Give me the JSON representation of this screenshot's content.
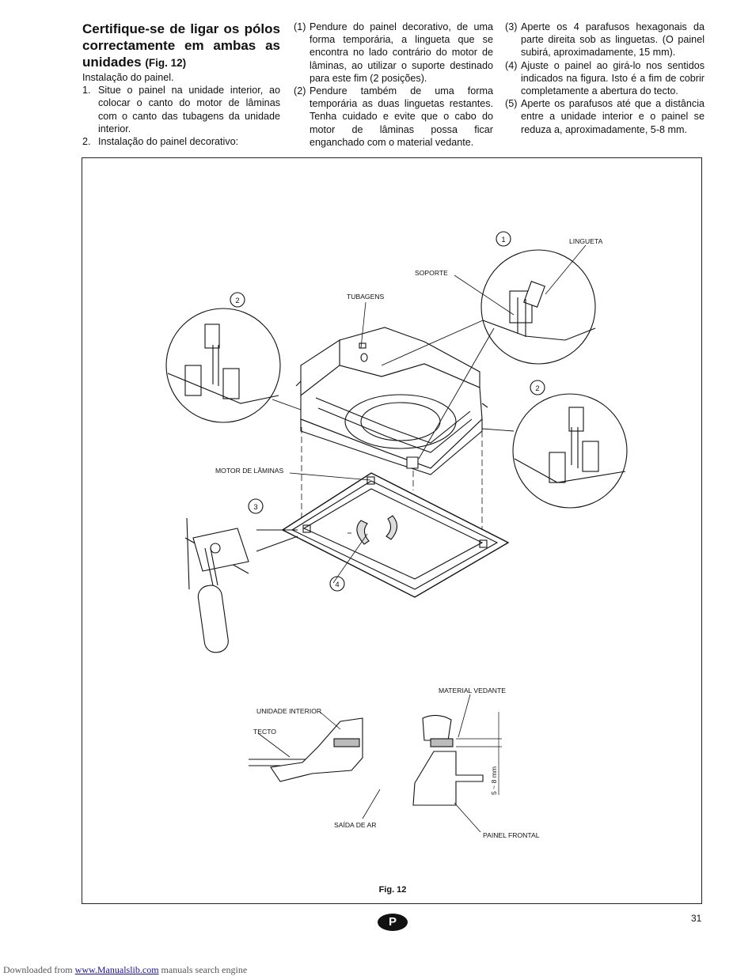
{
  "col1": {
    "heading": "Certifique-se de ligar os pólos correctamente em ambas as unidades",
    "heading_figref": "(Fig. 12)",
    "intro": "Instalação do painel.",
    "items": [
      {
        "num": "1.",
        "text": "Situe o painel na unidade interior, ao colocar o canto do motor de lâminas com o canto das tubagens da unidade interior."
      },
      {
        "num": "2.",
        "text": "Instalação do painel decorativo:"
      }
    ]
  },
  "col2": {
    "items": [
      {
        "num": "(1)",
        "text": "Pendure do painel decorativo, de uma forma temporária, a lingueta que se encontra no lado contrário do motor de lâminas, ao utilizar o suporte destinado para este fim (2 posições)."
      },
      {
        "num": "(2)",
        "text": "Pendure também de uma forma temporária as duas linguetas restantes. Tenha cuidado e evite que o cabo do motor de lâminas possa ficar enganchado com o material vedante."
      }
    ]
  },
  "col3": {
    "items": [
      {
        "num": "(3)",
        "text": "Aperte os 4 parafusos hexagonais da parte direita sob as linguetas. (O painel subirá, aproximadamente, 15 mm)."
      },
      {
        "num": "(4)",
        "text": "Ajuste o painel ao girá-lo nos sentidos indicados na figura. Isto é a fim de cobrir completamente a abertura do tecto."
      },
      {
        "num": "(5)",
        "text": "Aperte os parafusos até que a distância entre a unidade interior e o painel se reduza a, aproximadamente, 5-8 mm."
      }
    ]
  },
  "figure": {
    "labels": {
      "lingueta": "LINGUETA",
      "soporte": "SOPORTE",
      "tubagens": "TUBAGENS",
      "motor": "MOTOR DE LÂMINAS",
      "material_vedante": "MATERIAL VEDANTE",
      "unidade_interior": "UNIDADE INTERIOR",
      "tecto": "TECTO",
      "saida_de_ar": "SAÍDA DE AR",
      "painel_frontal": "PAINEL FRONTAL",
      "dimension": "5 ~ 8 mm"
    },
    "callouts": {
      "c1": "1",
      "c2a": "2",
      "c2b": "2",
      "c3": "3",
      "c4": "4"
    },
    "caption": "Fig. 12"
  },
  "badge": "P",
  "page_number": "31",
  "footer": {
    "prefix": "Downloaded from",
    "link": "www.Manualslib.com",
    "suffix": "manuals search engine"
  }
}
